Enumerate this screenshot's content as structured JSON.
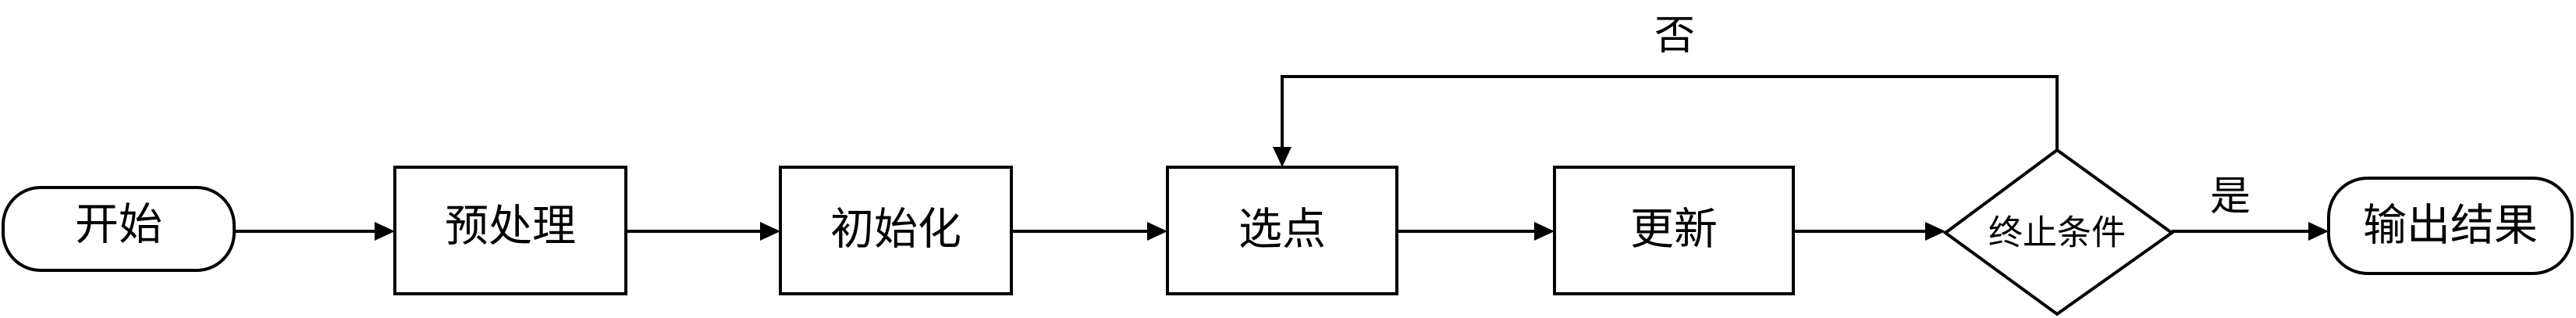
{
  "nodes": {
    "start": {
      "label": "开始",
      "shape": "terminal"
    },
    "preprocess": {
      "label": "预处理",
      "shape": "process"
    },
    "init": {
      "label": "初始化",
      "shape": "process"
    },
    "select": {
      "label": "选点",
      "shape": "process"
    },
    "update": {
      "label": "更新",
      "shape": "process"
    },
    "stop": {
      "label": "终止条件",
      "shape": "decision"
    },
    "output": {
      "label": "输出结果",
      "shape": "terminal"
    }
  },
  "edges": {
    "no_label": "否",
    "yes_label": "是"
  },
  "colors": {
    "stroke": "#000000",
    "fill": "#ffffff"
  }
}
